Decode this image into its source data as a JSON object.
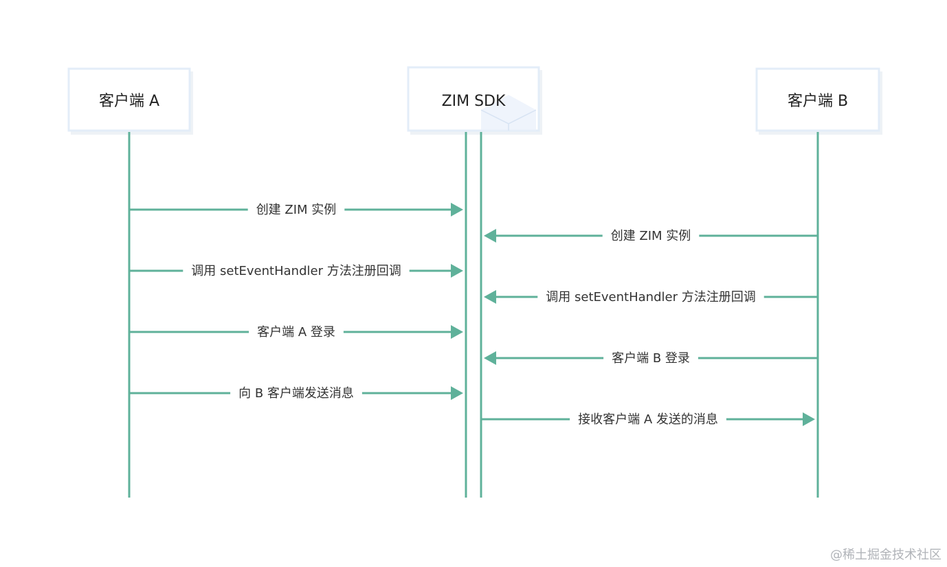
{
  "actors": [
    {
      "id": "a",
      "label": "客户端 A"
    },
    {
      "id": "sdk",
      "label": "ZIM SDK"
    },
    {
      "id": "b",
      "label": "客户端 B"
    }
  ],
  "messages": [
    {
      "from": "a",
      "to": "sdk",
      "label": "创建 ZIM 实例"
    },
    {
      "from": "b",
      "to": "sdk",
      "label": "创建 ZIM 实例"
    },
    {
      "from": "a",
      "to": "sdk",
      "label": "调用 setEventHandler 方法注册回调"
    },
    {
      "from": "b",
      "to": "sdk",
      "label": "调用 setEventHandler 方法注册回调"
    },
    {
      "from": "a",
      "to": "sdk",
      "label": "客户端 A 登录"
    },
    {
      "from": "b",
      "to": "sdk",
      "label": "客户端 B 登录"
    },
    {
      "from": "a",
      "to": "sdk",
      "label": "向 B 客户端发送消息"
    },
    {
      "from": "sdk",
      "to": "b",
      "label": "接收客户端 A 发送的消息"
    }
  ],
  "watermark": "@稀土掘金技术社区"
}
